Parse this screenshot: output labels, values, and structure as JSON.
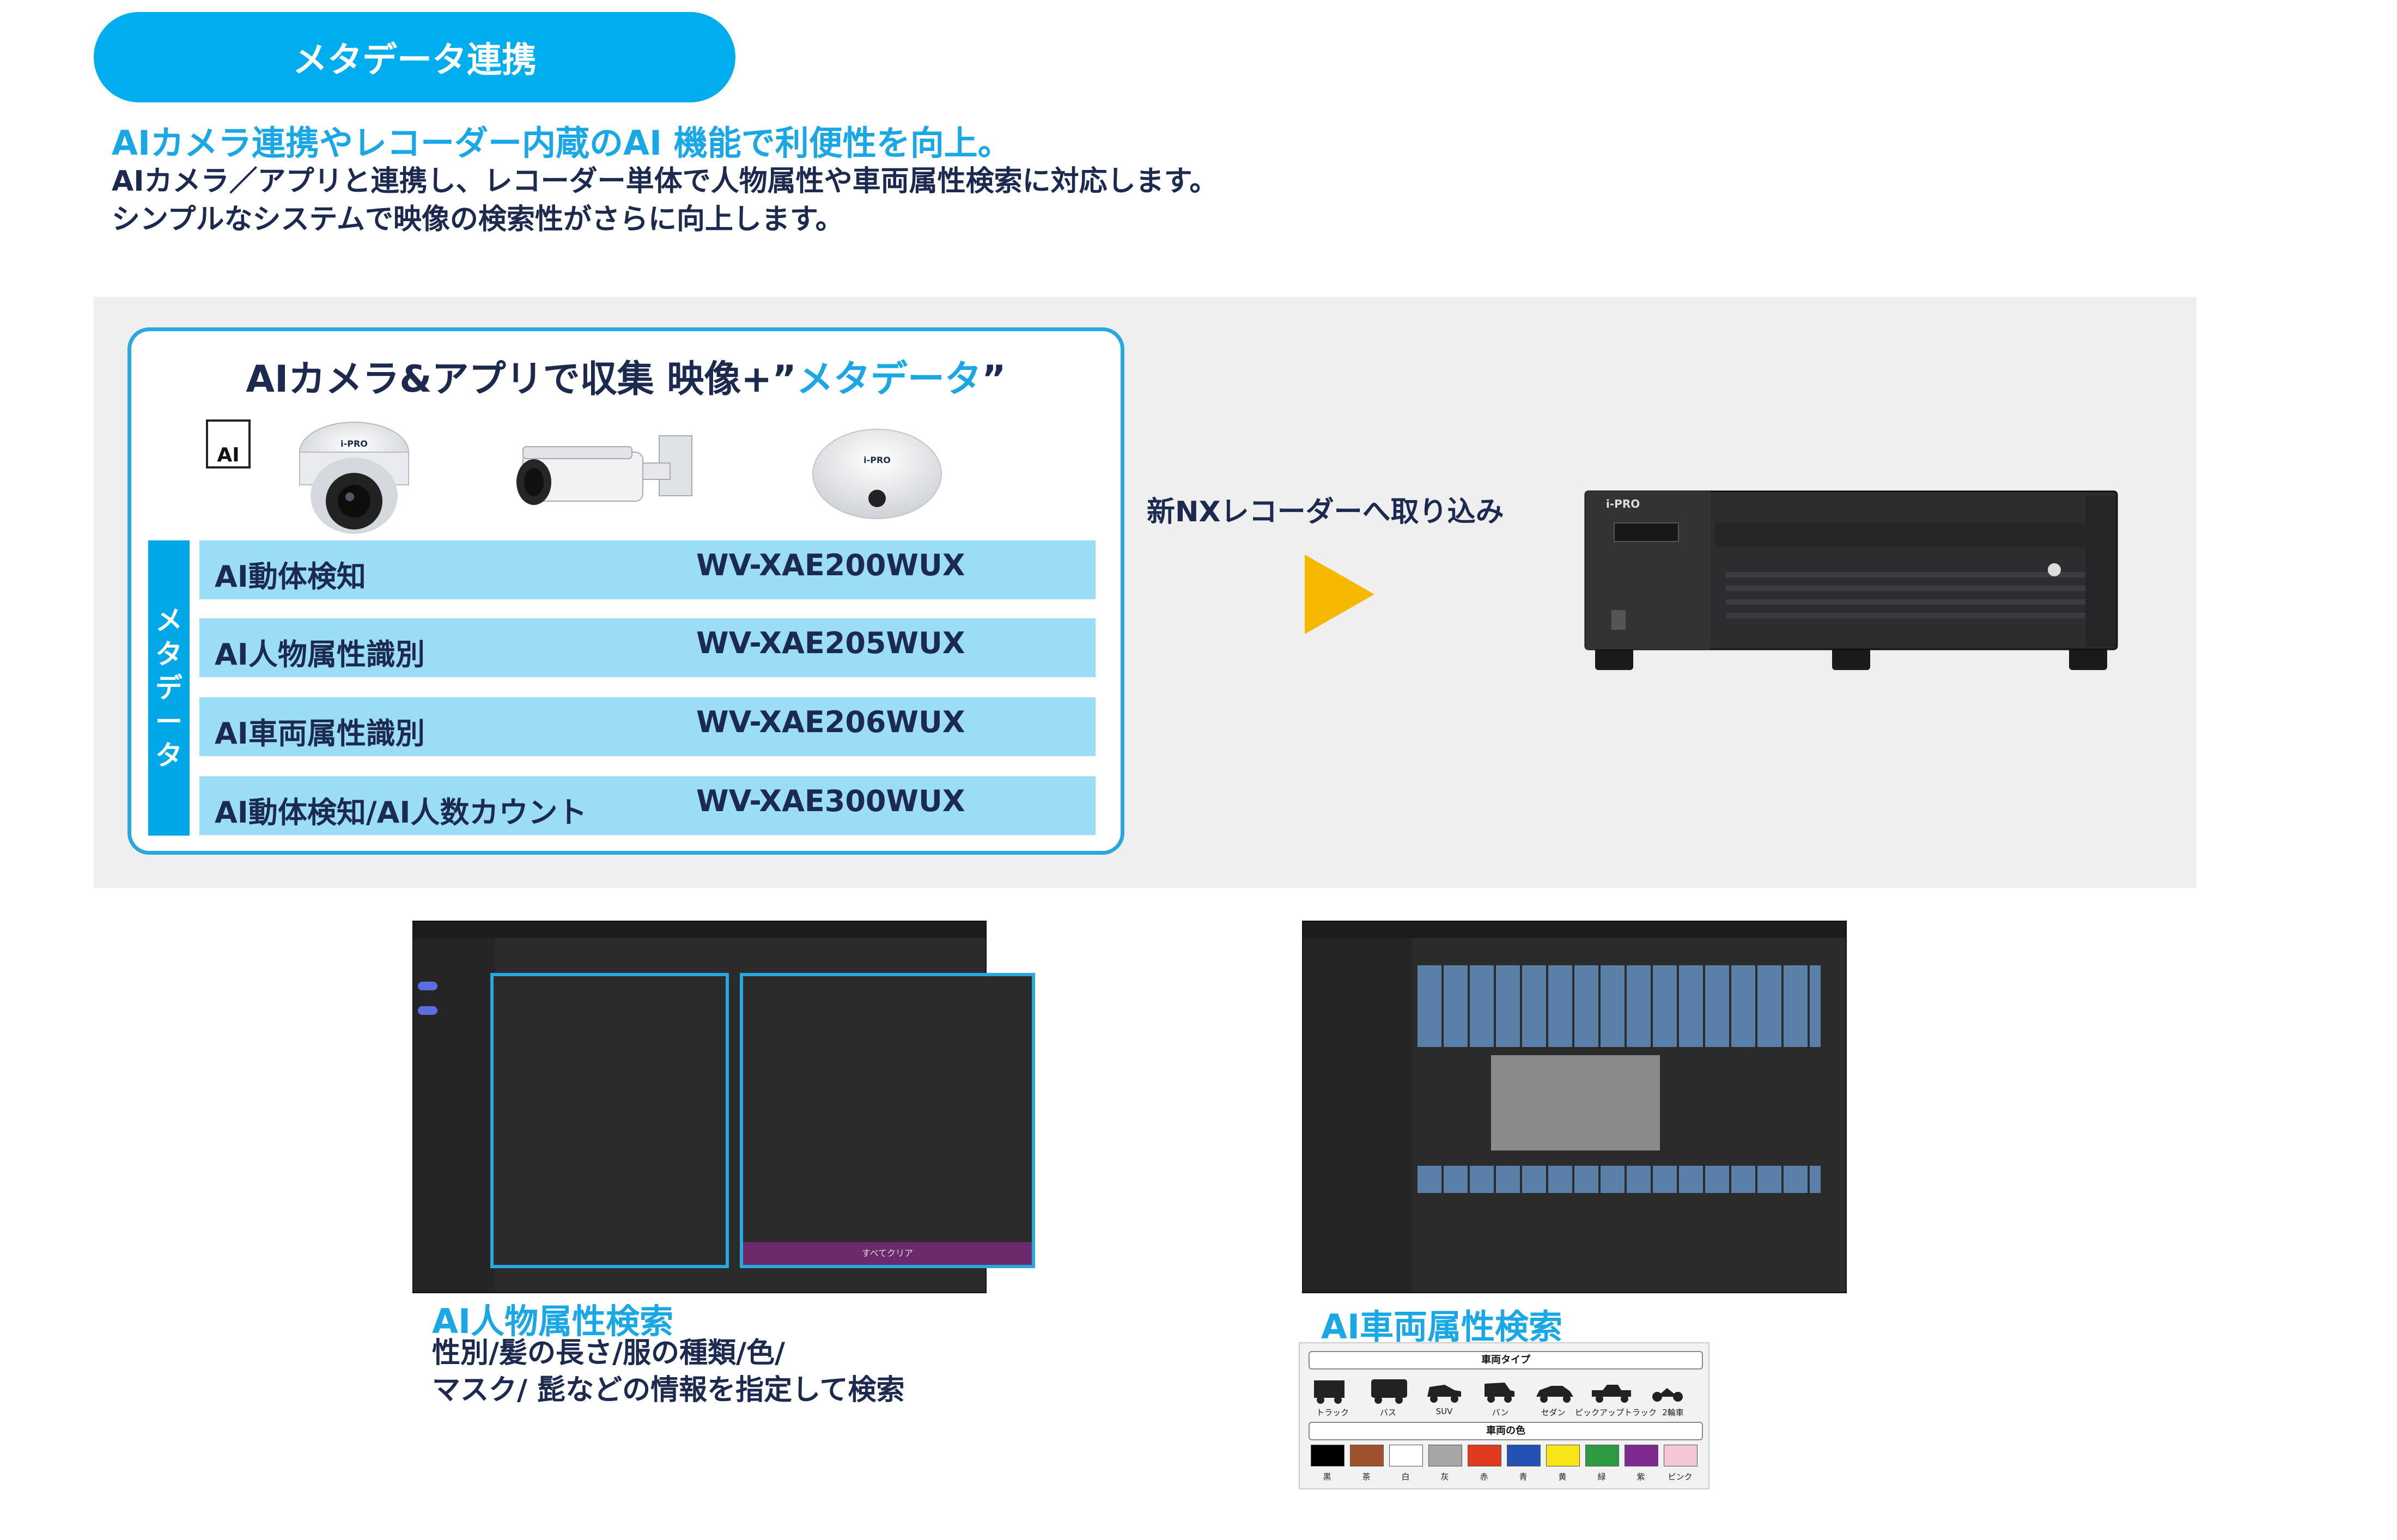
{
  "header": {
    "pill_label": "メタデータ連携",
    "headline": "AIカメラ連携やレコーダー内蔵のAI 機能で利便性を向上。",
    "desc_line1": "AIカメラ／アプリと連携し、レコーダー単体で人物属性や車両属性検索に対応します。",
    "desc_line2": "シンプルなシステムで映像の検索性がさらに向上します。"
  },
  "card": {
    "title_prefix": "AIカメラ&アプリで収集 映像+”",
    "title_highlight": "メタデータ",
    "title_suffix": "”",
    "ai_badge": "AI",
    "vertical_label": [
      "メ",
      "タ",
      "デ",
      "ー",
      "タ"
    ],
    "camera_brand": "i-PRO",
    "rows": [
      {
        "function": "AI動体検知",
        "model": "WV-XAE200WUX"
      },
      {
        "function": "AI人物属性識別",
        "model": "WV-XAE205WUX"
      },
      {
        "function": "AI車両属性識別",
        "model": "WV-XAE206WUX"
      },
      {
        "function": "AI動体検知/AI人数カウント",
        "model": "WV-XAE300WUX"
      }
    ]
  },
  "recorder": {
    "label": "新NXレコーダーへ取り込み",
    "brand": "i-PRO"
  },
  "person_search": {
    "caption": "AI人物属性検索",
    "line1": "性別/髪の長さ/服の種類/色/",
    "line2": "マスク/ 髭などの情報を指定して検索",
    "clear_all": "すべてクリア"
  },
  "vehicle_search": {
    "caption": "AI車両属性検索",
    "type_header": "車両タイプ",
    "types": [
      "トラック",
      "バス",
      "SUV",
      "バン",
      "セダン",
      "ピックアップトラック",
      "2輪車"
    ],
    "color_header": "車両の色",
    "colors": [
      {
        "name": "黒",
        "hex": "#000000"
      },
      {
        "name": "茶",
        "hex": "#a0522d"
      },
      {
        "name": "白",
        "hex": "#ffffff"
      },
      {
        "name": "灰",
        "hex": "#a6a6a6"
      },
      {
        "name": "赤",
        "hex": "#e03a20"
      },
      {
        "name": "青",
        "hex": "#2352b4"
      },
      {
        "name": "黄",
        "hex": "#f7e51a"
      },
      {
        "name": "緑",
        "hex": "#2e9a42"
      },
      {
        "name": "紫",
        "hex": "#7e2a90"
      },
      {
        "name": "ピンク",
        "hex": "#f4c6d8"
      }
    ]
  },
  "colors": {
    "accent": "#00adef",
    "navy": "#1b2a4e",
    "row_bg": "#9bdcf7",
    "arrow": "#f6b800"
  }
}
